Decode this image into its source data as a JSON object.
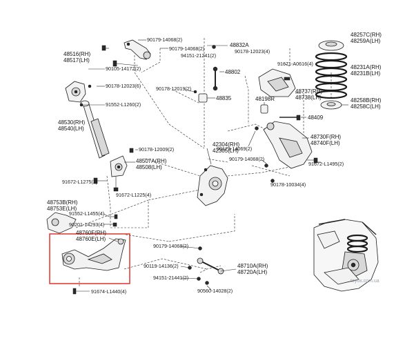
{
  "labels": {
    "l_90179_14068_2_a": "90179-14068(2)",
    "l_90179_14068_2_b": "90179-14068(2)",
    "l_48832A": "48832A",
    "l_90178_12023_4": "90178-12023(4)",
    "l_94151_21241_2": "94151-21241(2)",
    "l_48802": "48802",
    "l_48516": "48516(RH)",
    "l_48517": "48517(LH)",
    "l_90105_14172_2": "90105-14172(2)",
    "l_90178_12023_6": "90178-12023(6)",
    "l_90178_12019_2": "90178-12019(2)",
    "l_48835": "48835",
    "l_91552_L1260_2": "91552-L1260(2)",
    "l_48530": "48530(RH)",
    "l_48540": "48540(LH)",
    "l_90178_12009_2": "90178-12009(2)",
    "l_48507A": "48507A(RH)",
    "l_48508": "48508(LH)",
    "l_91672_L1275_2": "91672-L1275(2)",
    "l_91672_L1225_4": "91672-L1225(4)",
    "l_42304": "42304(RH)",
    "l_42305": "42305(LH)",
    "l_48257C": "48257C(RH)",
    "l_48259A": "48259A(LH)",
    "l_91671_A0616_4": "91671-A0616(4)",
    "l_48231A": "48231A(RH)",
    "l_48231B": "48231B(LH)",
    "l_48737": "48737(RH)",
    "l_48738": "48738(LH)",
    "l_48198R": "48198R",
    "l_48258B": "48258B(RH)",
    "l_48258C": "48258C(LH)",
    "l_48409": "48409",
    "l_48730F": "48730F(RH)",
    "l_48740F": "48740F(LH)",
    "l_90179_14069_2": "90179-14069(2)",
    "l_90179_14068_2_c": "90179-14068(2)",
    "l_91672_L1495_2": "91672-L1495(2)",
    "l_90178_10034_4": "90178-10034(4)",
    "l_48753B": "48753B(RH)",
    "l_48753E": "48753E(LH)",
    "l_91552_L1455_4": "91552-L1455(4)",
    "l_90201_14293_4": "90201-14293(4)",
    "l_48760F": "48760F(RH)",
    "l_48760E": "48760E(LH)",
    "l_90179_14068_2_d": "90179-14068(2)",
    "l_90119_14136_2": "90119-14136(2)",
    "l_94151_21441_2": "94151-21441(2)",
    "l_48710A": "48710A(RH)",
    "l_48720A": "48720A(LH)",
    "l_90560_14028_2": "90560-14028(2)",
    "l_91674_L1440_4": "91674-L1440(4)"
  },
  "watermark": "toyox.com.ua",
  "highlight_color": "#e0231c"
}
